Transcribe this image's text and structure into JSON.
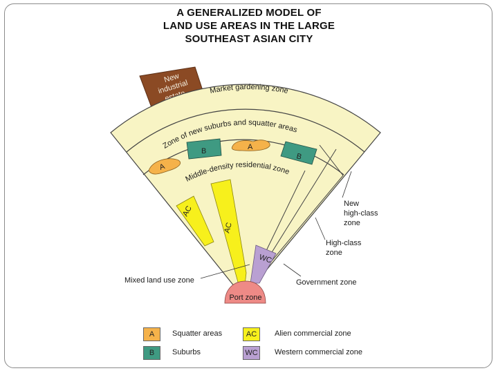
{
  "title": {
    "line1": "A GENERALIZED MODEL OF",
    "line2": "LAND USE AREAS IN THE LARGE",
    "line3": "SOUTHEAST ASIAN CITY"
  },
  "zones": {
    "industrial_line1": "New",
    "industrial_line2": "industrial",
    "industrial_line3": "estate",
    "market": "Market  gardening  zone",
    "new_suburbs": "Zone of new suburbs and squatter areas",
    "middle_density": "Middle-density residential zone",
    "new_high_class_line1": "New",
    "new_high_class_line2": "high-class",
    "new_high_class_line3": "zone",
    "high_class_line1": "High-class",
    "high_class_line2": "zone",
    "government": "Government zone",
    "mixed_land_use": "Mixed land use zone",
    "port": "Port zone"
  },
  "markers": {
    "a": "A",
    "b": "B",
    "ac": "AC",
    "wc": "WC"
  },
  "legend": [
    {
      "code": "A",
      "label": "Squatter areas",
      "color": "#f5b24a"
    },
    {
      "code": "AC",
      "label": "Alien commercial zone",
      "color": "#f7f01c"
    },
    {
      "code": "B",
      "label": "Suburbs",
      "color": "#3f9a82"
    },
    {
      "code": "WC",
      "label": "Western commercial zone",
      "color": "#b9a0d2"
    }
  ],
  "colors": {
    "background_zone": "#f8f4c4",
    "industrial": "#8b4a24",
    "squatter": "#f5b24a",
    "suburbs": "#3f9a82",
    "alien_commercial": "#f7f01c",
    "western_commercial": "#b9a0d2",
    "port": "#ee8a86"
  }
}
